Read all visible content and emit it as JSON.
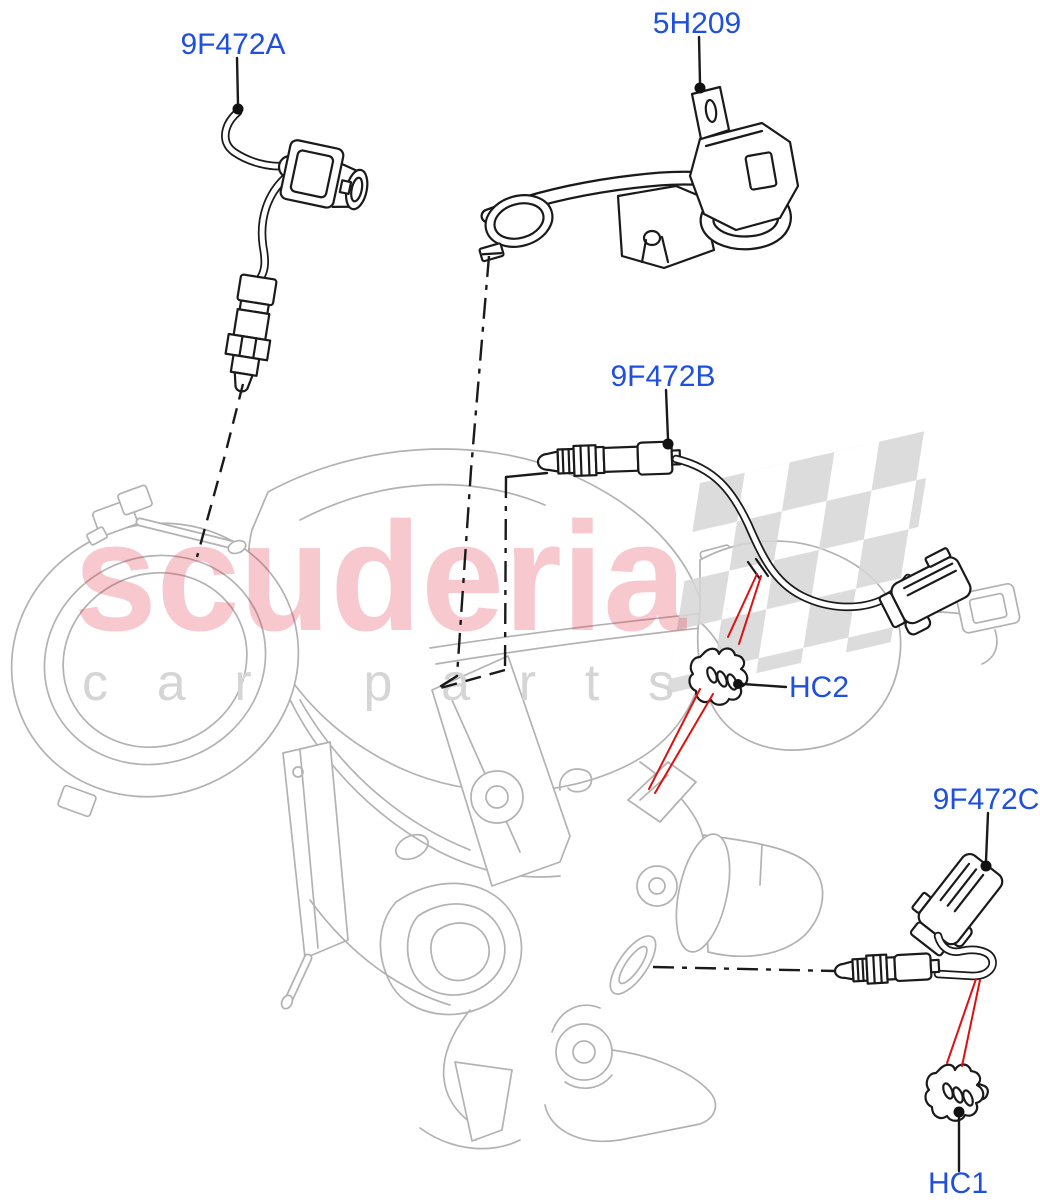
{
  "diagram": {
    "parts": [
      {
        "label": "9F472A"
      },
      {
        "label": "5H209"
      },
      {
        "label": "9F472B"
      },
      {
        "label": "HC2"
      },
      {
        "label": "9F472C"
      },
      {
        "label": "HC1"
      }
    ],
    "watermark": {
      "brand": "scuderia",
      "tagline": "car parts"
    },
    "colors": {
      "part_label": "#1e4fe0",
      "pointer": "#dd1111",
      "artwork": "#1a1a1a",
      "assembly": "#b2b2b2",
      "watermark_brand": "#e23546",
      "watermark_flag": "#d6d6d6",
      "watermark_tagline": "#d5d5d5"
    }
  }
}
